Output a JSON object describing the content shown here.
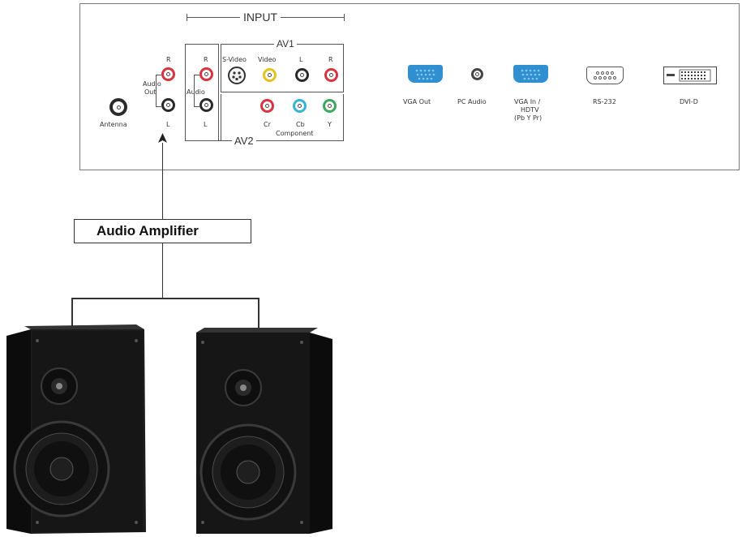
{
  "panel": {
    "input_title": "INPUT",
    "av1_title": "AV1",
    "av2_title": "AV2",
    "component_label": "Component",
    "audio_out": {
      "line1": "Audio",
      "line2": "Out",
      "r": "R",
      "l": "L"
    },
    "antenna": "Antenna",
    "audio_side": {
      "label": "Audio",
      "r": "R",
      "l": "L"
    },
    "av1_labels": [
      "S-Video",
      "Video",
      "L",
      "R"
    ],
    "av2_labels": [
      "Cr",
      "Cb",
      "Y"
    ],
    "ports": {
      "vga_out": "VGA  Out",
      "pc_audio": "PC  Audio",
      "vga_in_line1": "VGA  In /",
      "vga_in_line2": "HDTV",
      "vga_in_line3": "(Pb Y Pr)",
      "rs232": "RS-232",
      "dvi": "DVI-D"
    }
  },
  "amplifier_label": "Audio Amplifier",
  "colors": {
    "red": "#d8343f",
    "yellow": "#e8c21a",
    "cyan": "#33b4d8",
    "green": "#3aa95a",
    "black": "#2a2a2a",
    "vga_blue": "#2f8fd0"
  },
  "icons": [
    "antenna-jack-icon",
    "rca-jack-icon",
    "s-video-jack-icon",
    "vga-port-icon",
    "pc-audio-jack-icon",
    "rs232-port-icon",
    "dvi-port-icon",
    "speaker-icon",
    "arrow-up-icon"
  ]
}
